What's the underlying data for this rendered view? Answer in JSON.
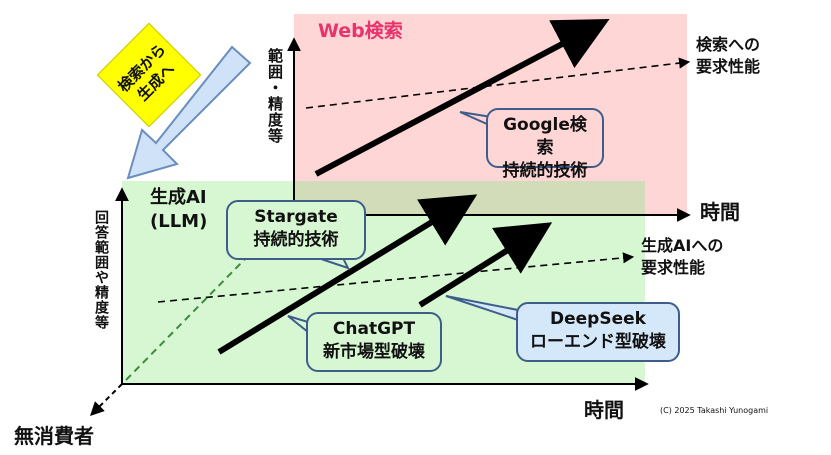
{
  "upper_panel": {
    "title": "Web検索",
    "y_axis_label": "範囲・精度等",
    "x_axis_label": "時間",
    "requirement_label": [
      "検索への",
      "要求性能"
    ],
    "callout_google": [
      "Google検索",
      "持続的技術"
    ]
  },
  "lower_panel": {
    "title": [
      "生成AI",
      "(LLM)"
    ],
    "y_axis_label": "回答範囲や精度等",
    "x_axis_label": "時間",
    "requirement_label": [
      "生成AIへの",
      "要求性能"
    ],
    "callout_stargate": [
      "Stargate",
      "持続的技術"
    ],
    "callout_chatgpt": [
      "ChatGPT",
      "新市場型破壊"
    ],
    "callout_deepseek": [
      "DeepSeek",
      "ローエンド型破壊"
    ]
  },
  "migration_label": [
    "検索から",
    "生成へ"
  ],
  "nonconsumer_label": "無消費者",
  "copyright": "(C) 2025 Takashi Yunogami",
  "colors": {
    "upper_bg": "#ffd6d6",
    "lower_bg": "#d6f7d2",
    "web_title": "#e8336d",
    "callout_google_bg": "#ffd6d6",
    "callout_stargate_bg": "#d6f7d2",
    "callout_chatgpt_bg": "#d6f7d2",
    "callout_deepseek_bg": "#d5e8fa",
    "migration_arrow": "#cfe2f8",
    "migration_label_bg": "#ffff00"
  }
}
